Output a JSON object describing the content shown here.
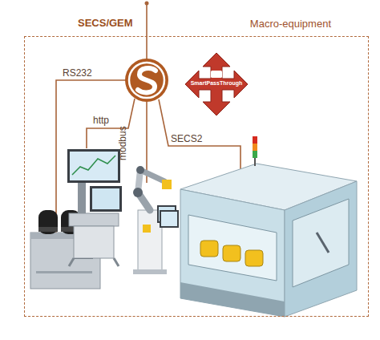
{
  "diagram": {
    "nodes": [
      {
        "text": [
          "Macro-equipment"
        ]
      },
      {
        "text": [
          "SmartPassThrough"
        ],
        "in": 0
      }
    ],
    "labels": [
      "SECS/GEM",
      "RS232",
      "http",
      "modbus",
      "SECS2"
    ]
  }
}
